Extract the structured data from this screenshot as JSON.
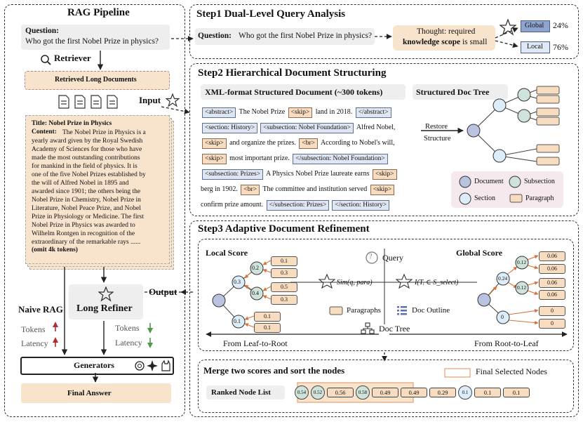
{
  "left": {
    "title": "RAG Pipeline",
    "question_label": "Question:",
    "question_text": "Who got the first Nobel Prize in physics?",
    "retriever": "Retriever",
    "retrieved": "Retrieved Long Documents",
    "input_label": "Input",
    "doc_title": "Title: Nobel Prize in Physics",
    "doc_content_label": "Content:",
    "doc_lines": [
      "The Nobel Prize in Physics is a",
      "yearly award given by the Royal Swedish",
      "Academy of Sciences for those who have",
      "made the most outstanding contributions",
      "for mankind in the field of physics. It is",
      "one of the five Nobel Prizes established by",
      "the will of Alfred Nobel in 1895 and",
      "awarded since 1901; the others being the",
      "Nobel Prize in Chemistry, Nobel Prize in",
      "Literature, Nobel Peace Prize, and Nobel",
      "Prize in Physiology or Medicine. The first",
      "Nobel Prize in Physics was awarded to",
      "Wilhelm Rontgen in recognition of the",
      "extraordinary of the remarkable rays ......"
    ],
    "omit": "(omit 4k tokens)",
    "output_label": "Output",
    "naive_rag": "Naive RAG",
    "long_refiner": "Long Refiner",
    "tokens": "Tokens",
    "latency": "Latency",
    "generators": "Generators",
    "final_answer": "Final Answer"
  },
  "step1": {
    "title": "Step1 Dual-Level Query Analysis",
    "question_label": "Question:",
    "question_text": "Who got the first Nobel Prize in physics?",
    "thought_line1": "Thought: required",
    "thought_bold": "knowledge scope",
    "thought_rest": " is small",
    "global_label": "Global",
    "global_pct": "24%",
    "local_label": "Local",
    "local_pct": "76%"
  },
  "step2": {
    "title": "Step2 Hierarchical Document Structuring",
    "xml_header": "XML-format Structured Document (~300 tokens)",
    "tree_header": "Structured  Doc Tree",
    "restore1": "Restore",
    "restore2": "Structure",
    "xml": {
      "abstract_open": "<abstract>",
      "nobel_prize": "The Nobel Prize",
      "skip": "<skip>",
      "land_in": "land in 2018.",
      "abstract_close": "</abstract>",
      "section_history": "<section: History>",
      "subsection_nobel": "<subsection: Nobel Foundation>",
      "alfred": "Alfred Nobel,",
      "organize": "and organize the prizes.",
      "br": "<br>",
      "according": "According to Nobel's will,",
      "most_important": "most important prize.",
      "subsection_nobel_close": "</subsection: Nobel Foundation>",
      "subsection_prizes": "<subsection: Prizes>",
      "laureate": "A Physics Nobel Prize laureate earns",
      "berg": "berg in 1902.",
      "committee": "The committee and institution  served",
      "confirm": "confirm prize amount.",
      "subsection_prizes_close": "</subsection: Prizes>",
      "section_history_close": "</section: History>"
    },
    "legend": {
      "document": "Document",
      "subsection": "Subsection",
      "section": "Section",
      "paragraph": "Paragraph"
    }
  },
  "step3": {
    "title": "Step3 Adaptive Document Refinement",
    "local_score": "Local Score",
    "global_score": "Global Score",
    "query": "Query",
    "sim": "Sim(q, para)",
    "indicator": "I(Tᵢ ∈ S_select)",
    "paragraphs": "Paragraphs",
    "doc_outline": "Doc Outline",
    "doc_tree": "Doc Tree",
    "leaf_to_root": "From Leaf-to-Root",
    "root_to_leaf": "From Root-to-Leaf",
    "local_nodes": [
      "0.2",
      "0.3",
      "0.4",
      "0.1"
    ],
    "local_paras": [
      "0.1",
      "0.3",
      "0.5",
      "0.3",
      "0.1",
      "0.1"
    ],
    "global_nodes": [
      "0.24",
      "0.12",
      "0.12",
      "0"
    ],
    "global_paras": [
      "0.06",
      "0.06",
      "0.06",
      "0.06",
      "0",
      "0"
    ]
  },
  "merge": {
    "title": "Merge two scores and sort the nodes",
    "final_selected": "Final Selected Nodes",
    "ranked": "Ranked Node List",
    "nodes": [
      "0.54",
      "0.52",
      "0.56",
      "0.58",
      "0.49",
      "0.49",
      "0.29",
      "0.1",
      "0.1",
      "0.1"
    ]
  },
  "colors": {
    "document_node": "#b9c3df",
    "section_node": "#dcecf8",
    "subsection_node": "#cfe3db",
    "paragraph_node": "#f8dcc0",
    "red_arrow": "#b03030",
    "green_arrow": "#4a9a4a",
    "orange_arrow": "#d4743a"
  }
}
